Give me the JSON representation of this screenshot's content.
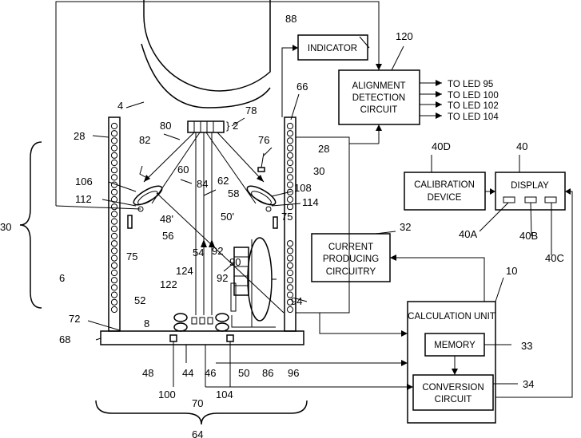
{
  "boxes": {
    "indicator": "INDICATOR",
    "alignment": [
      "ALIGNMENT",
      "DETECTION",
      "CIRCUIT"
    ],
    "calibration": [
      "CALIBRATION",
      "DEVICE"
    ],
    "display": "DISPLAY",
    "current": [
      "CURRENT",
      "PRODUCING",
      "CIRCUITRY"
    ],
    "calc": "CALCULATION  UNIT",
    "memory": "MEMORY",
    "conversion": [
      "CONVERSION",
      "CIRCUIT"
    ]
  },
  "outputs": [
    "TO  LED  95",
    "TO  LED  100",
    "TO  LED  102",
    "TO  LED  104"
  ],
  "refs": {
    "r88": "88",
    "r120": "120",
    "r66": "66",
    "r4": "4",
    "r78": "78",
    "r2": "} 2",
    "r80": "80",
    "r28L": "28",
    "r28R": "28",
    "r76": "76",
    "r82": "82",
    "r30R": "30",
    "r60": "60",
    "r62": "62",
    "r106": "106",
    "r108": "108",
    "r84": "84",
    "r58": "58",
    "r112": "112",
    "r114": "114",
    "r48p": "48'",
    "r50p": "50'",
    "r75L": "75",
    "r75R": "75",
    "r30L": "30",
    "r56": "56",
    "r54": "54",
    "r124": "124",
    "r90": "90",
    "r92a": "92",
    "r92b": "92",
    "r122": "122",
    "r6": "6",
    "r52": "52",
    "r94": "94",
    "r72": "72",
    "r8": "8",
    "r68": "68",
    "r48": "48",
    "r44": "44",
    "r46": "46",
    "r50": "50",
    "r86": "86",
    "r96": "96",
    "r100": "100",
    "r70": "70",
    "r104": "104",
    "r64": "64",
    "r32": "32",
    "r40D": "40D",
    "r40": "40",
    "r40A": "40A",
    "r40B": "40B",
    "r40C": "40C",
    "r10": "10",
    "r33": "33",
    "r34": "34"
  }
}
